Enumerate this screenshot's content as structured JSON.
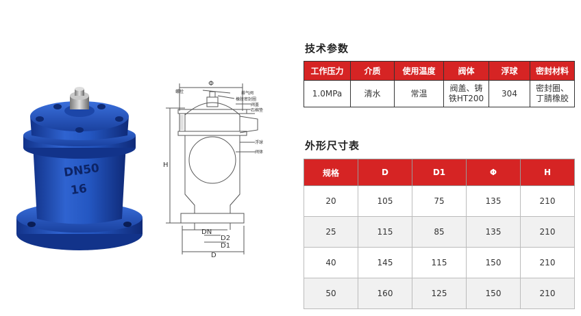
{
  "valve": {
    "cast_mark_line1": "DN50",
    "cast_mark_line2": "16"
  },
  "drawing": {
    "dim_phi": "Φ",
    "dim_h": "H",
    "dim_dn": "DN",
    "dim_d2": "D2",
    "dim_d1": "D1",
    "dim_d": "D",
    "callouts": {
      "bolt": "螺栓",
      "exhaust_valve": "排气阀",
      "rubber_seal": "橡胶密封圈",
      "cover": "阀盖",
      "asbestos_gasket": "石棉垫",
      "float_ball": "浮球",
      "body": "阀体"
    }
  },
  "tech": {
    "title": "技术参数",
    "headers": [
      "工作压力",
      "介质",
      "使用温度",
      "阀体",
      "浮球",
      "密封材料"
    ],
    "row": {
      "pressure": "1.0MPa",
      "medium": "清水",
      "temperature": "常温",
      "body_line1": "阀盖、铸",
      "body_line2": "铁HT200",
      "float": "304",
      "seal_line1": "密封圈、",
      "seal_line2": "丁腈橡胶"
    }
  },
  "dims": {
    "title": "外形尺寸表",
    "headers": [
      "规格",
      "D",
      "D1",
      "Φ",
      "H"
    ],
    "rows": [
      [
        "20",
        "105",
        "75",
        "135",
        "210"
      ],
      [
        "25",
        "115",
        "85",
        "135",
        "210"
      ],
      [
        "40",
        "145",
        "115",
        "150",
        "210"
      ],
      [
        "50",
        "160",
        "125",
        "150",
        "210"
      ]
    ]
  },
  "colors": {
    "header_red": "#d62424",
    "valve_blue": "#1f4fb0"
  }
}
